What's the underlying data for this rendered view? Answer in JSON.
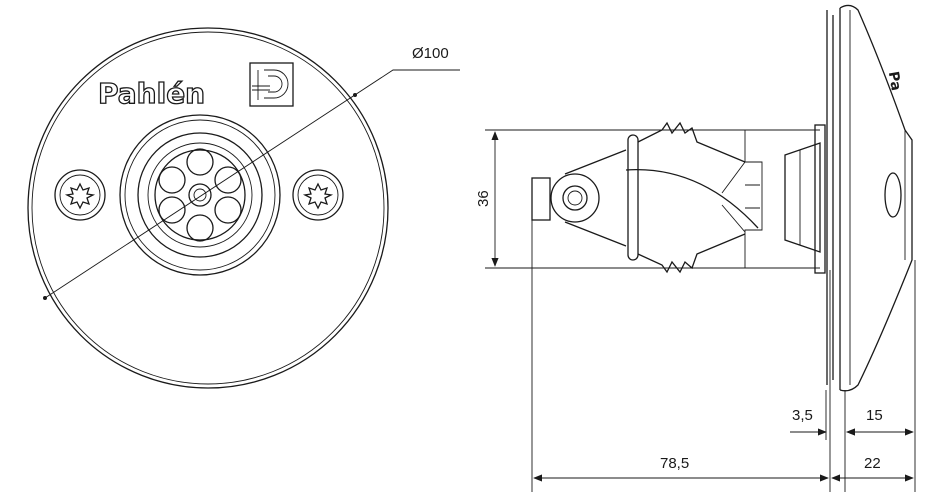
{
  "title": "Pahlén underwater light technical drawing",
  "logo": {
    "text": "Pahlén"
  },
  "dimensions": {
    "diameter": "Ø100",
    "height": "36",
    "overall_depth": "78,5",
    "flange_thickness": "3,5",
    "dome_depth": "15",
    "front_depth": "22"
  }
}
